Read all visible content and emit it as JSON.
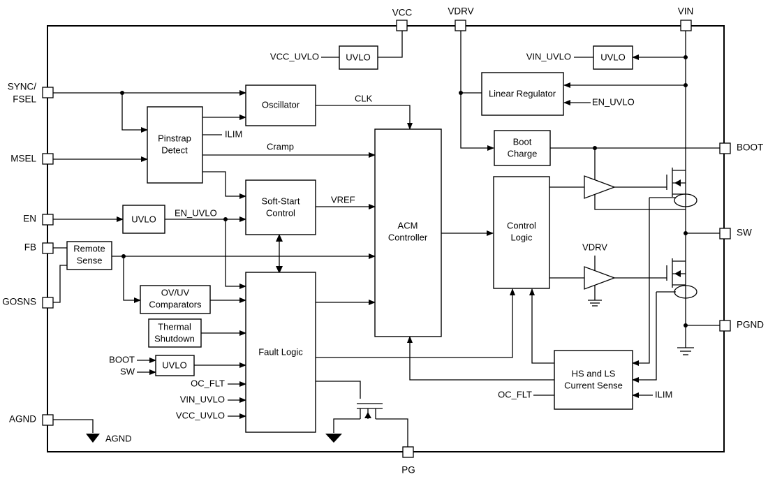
{
  "pins": {
    "vcc": "VCC",
    "vdrv": "VDRV",
    "vin": "VIN",
    "sync_fsel_1": "SYNC/",
    "sync_fsel_2": "FSEL",
    "msel": "MSEL",
    "en": "EN",
    "fb": "FB",
    "gosns": "GOSNS",
    "agnd": "AGND",
    "boot": "BOOT",
    "sw": "SW",
    "pgnd": "PGND",
    "pg": "PG"
  },
  "blocks": {
    "uvlo_vcc": "UVLO",
    "uvlo_vin": "UVLO",
    "uvlo_en": "UVLO",
    "uvlo_boot": "UVLO",
    "linear_regulator": "Linear Regulator",
    "oscillator": "Oscillator",
    "pinstrap_1": "Pinstrap",
    "pinstrap_2": "Detect",
    "boot_charge_1": "Boot",
    "boot_charge_2": "Charge",
    "soft_start_1": "Soft-Start",
    "soft_start_2": "Control",
    "acm_1": "ACM",
    "acm_2": "Controller",
    "control_logic_1": "Control",
    "control_logic_2": "Logic",
    "remote_sense_1": "Remote",
    "remote_sense_2": "Sense",
    "ovuv_1": "OV/UV",
    "ovuv_2": "Comparators",
    "thermal_1": "Thermal",
    "thermal_2": "Shutdown",
    "fault_logic": "Fault Logic",
    "current_sense_1": "HS and LS",
    "current_sense_2": "Current Sense"
  },
  "signals": {
    "vcc_uvlo": "VCC_UVLO",
    "vin_uvlo": "VIN_UVLO",
    "en_uvlo_in": "EN_UVLO",
    "en_uvlo_out": "EN_UVLO",
    "clk": "CLK",
    "ilim_pinstrap": "ILIM",
    "cramp": "Cramp",
    "vref": "VREF",
    "vdrv_driver": "VDRV",
    "boot_in": "BOOT",
    "sw_in": "SW",
    "oc_flt_fault": "OC_FLT",
    "vin_uvlo_fault": "VIN_UVLO",
    "vcc_uvlo_fault": "VCC_UVLO",
    "oc_flt_cs": "OC_FLT",
    "ilim_cs": "ILIM",
    "agnd_symbol": "AGND"
  }
}
